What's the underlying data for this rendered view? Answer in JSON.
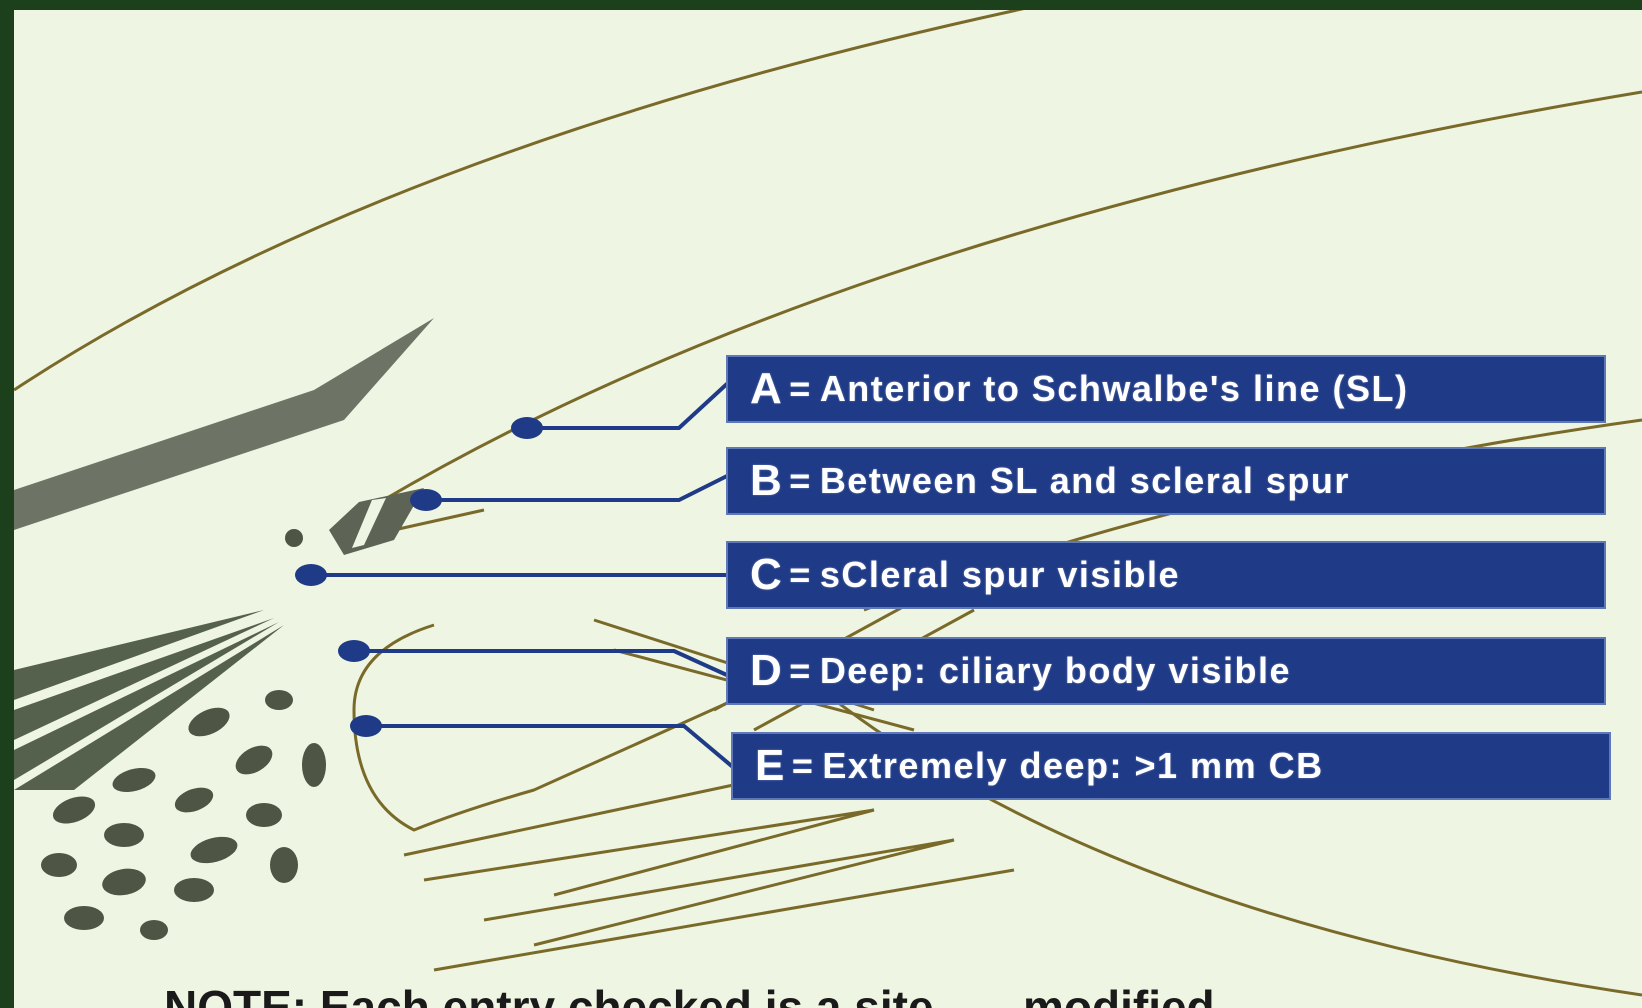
{
  "colors": {
    "background": "#eef5e2",
    "frame": "#1c3f1c",
    "outline": "#7a6a2a",
    "label_box": "#1f3a86",
    "tissue_dark": "#4e5545"
  },
  "labels": [
    {
      "letter": "A",
      "text": "Anterior to Schwalbe's line (SL)"
    },
    {
      "letter": "B",
      "text": "Between SL and scleral spur"
    },
    {
      "letter": "C",
      "text": "sCleral spur visible"
    },
    {
      "letter": "D",
      "text": "Deep: ciliary body visible"
    },
    {
      "letter": "E",
      "text": "Extremely deep: >1 mm CB"
    }
  ],
  "equals_sign": "=",
  "caption": "NOTE: Each entry checked is a site... ...modified"
}
